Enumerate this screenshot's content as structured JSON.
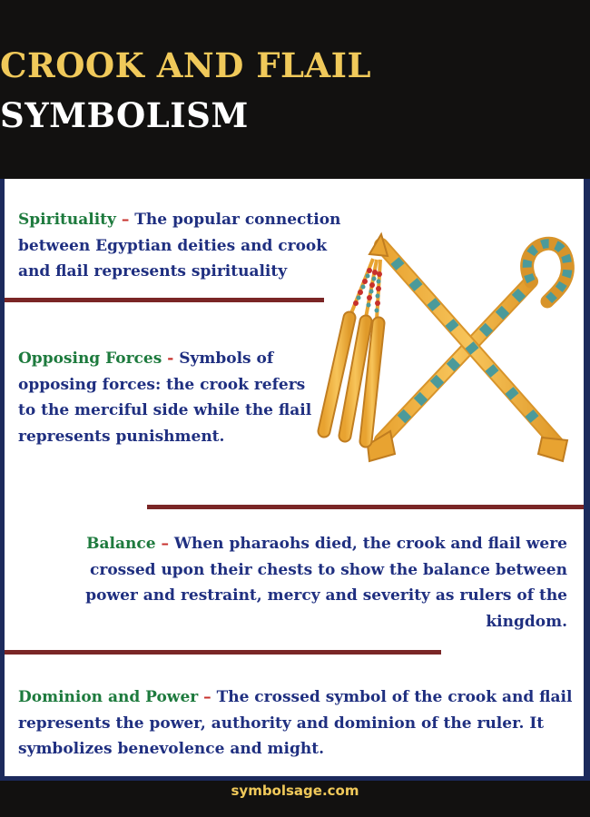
{
  "header": {
    "title_line1": "CROOK AND FLAIL",
    "title_line2": "SYMBOLISM"
  },
  "sections": [
    {
      "heading": "Spirituality",
      "separator": "–",
      "body": "The popular connection between Egyptian deities and crook and flail  represents spirituality"
    },
    {
      "heading": "Opposing Forces",
      "separator": "-",
      "body": "Symbols of opposing forces: the crook refers to the merciful side while the flail represents punishment."
    },
    {
      "heading": "Balance",
      "separator": "–",
      "body": "When pharaohs died, the crook and flail were crossed upon their chests to show the balance between power and restraint, mercy and severity as rulers of the kingdom."
    },
    {
      "heading": "Dominion and Power",
      "separator": "–",
      "body": "The crossed symbol of the crook and flail represents the power, authority and dominion of the ruler. It symbolizes benevolence and might."
    }
  ],
  "footer": {
    "site": "symbolsage.com"
  },
  "colors": {
    "header_bg": "#121110",
    "title_gold": "#f0c95a",
    "heading_green": "#1d7a3d",
    "body_navy": "#1f2f80",
    "rule_maroon": "#7a2626",
    "frame_navy": "#1c2a5c"
  },
  "illustration": {
    "name": "crook-and-flail-illustration"
  }
}
